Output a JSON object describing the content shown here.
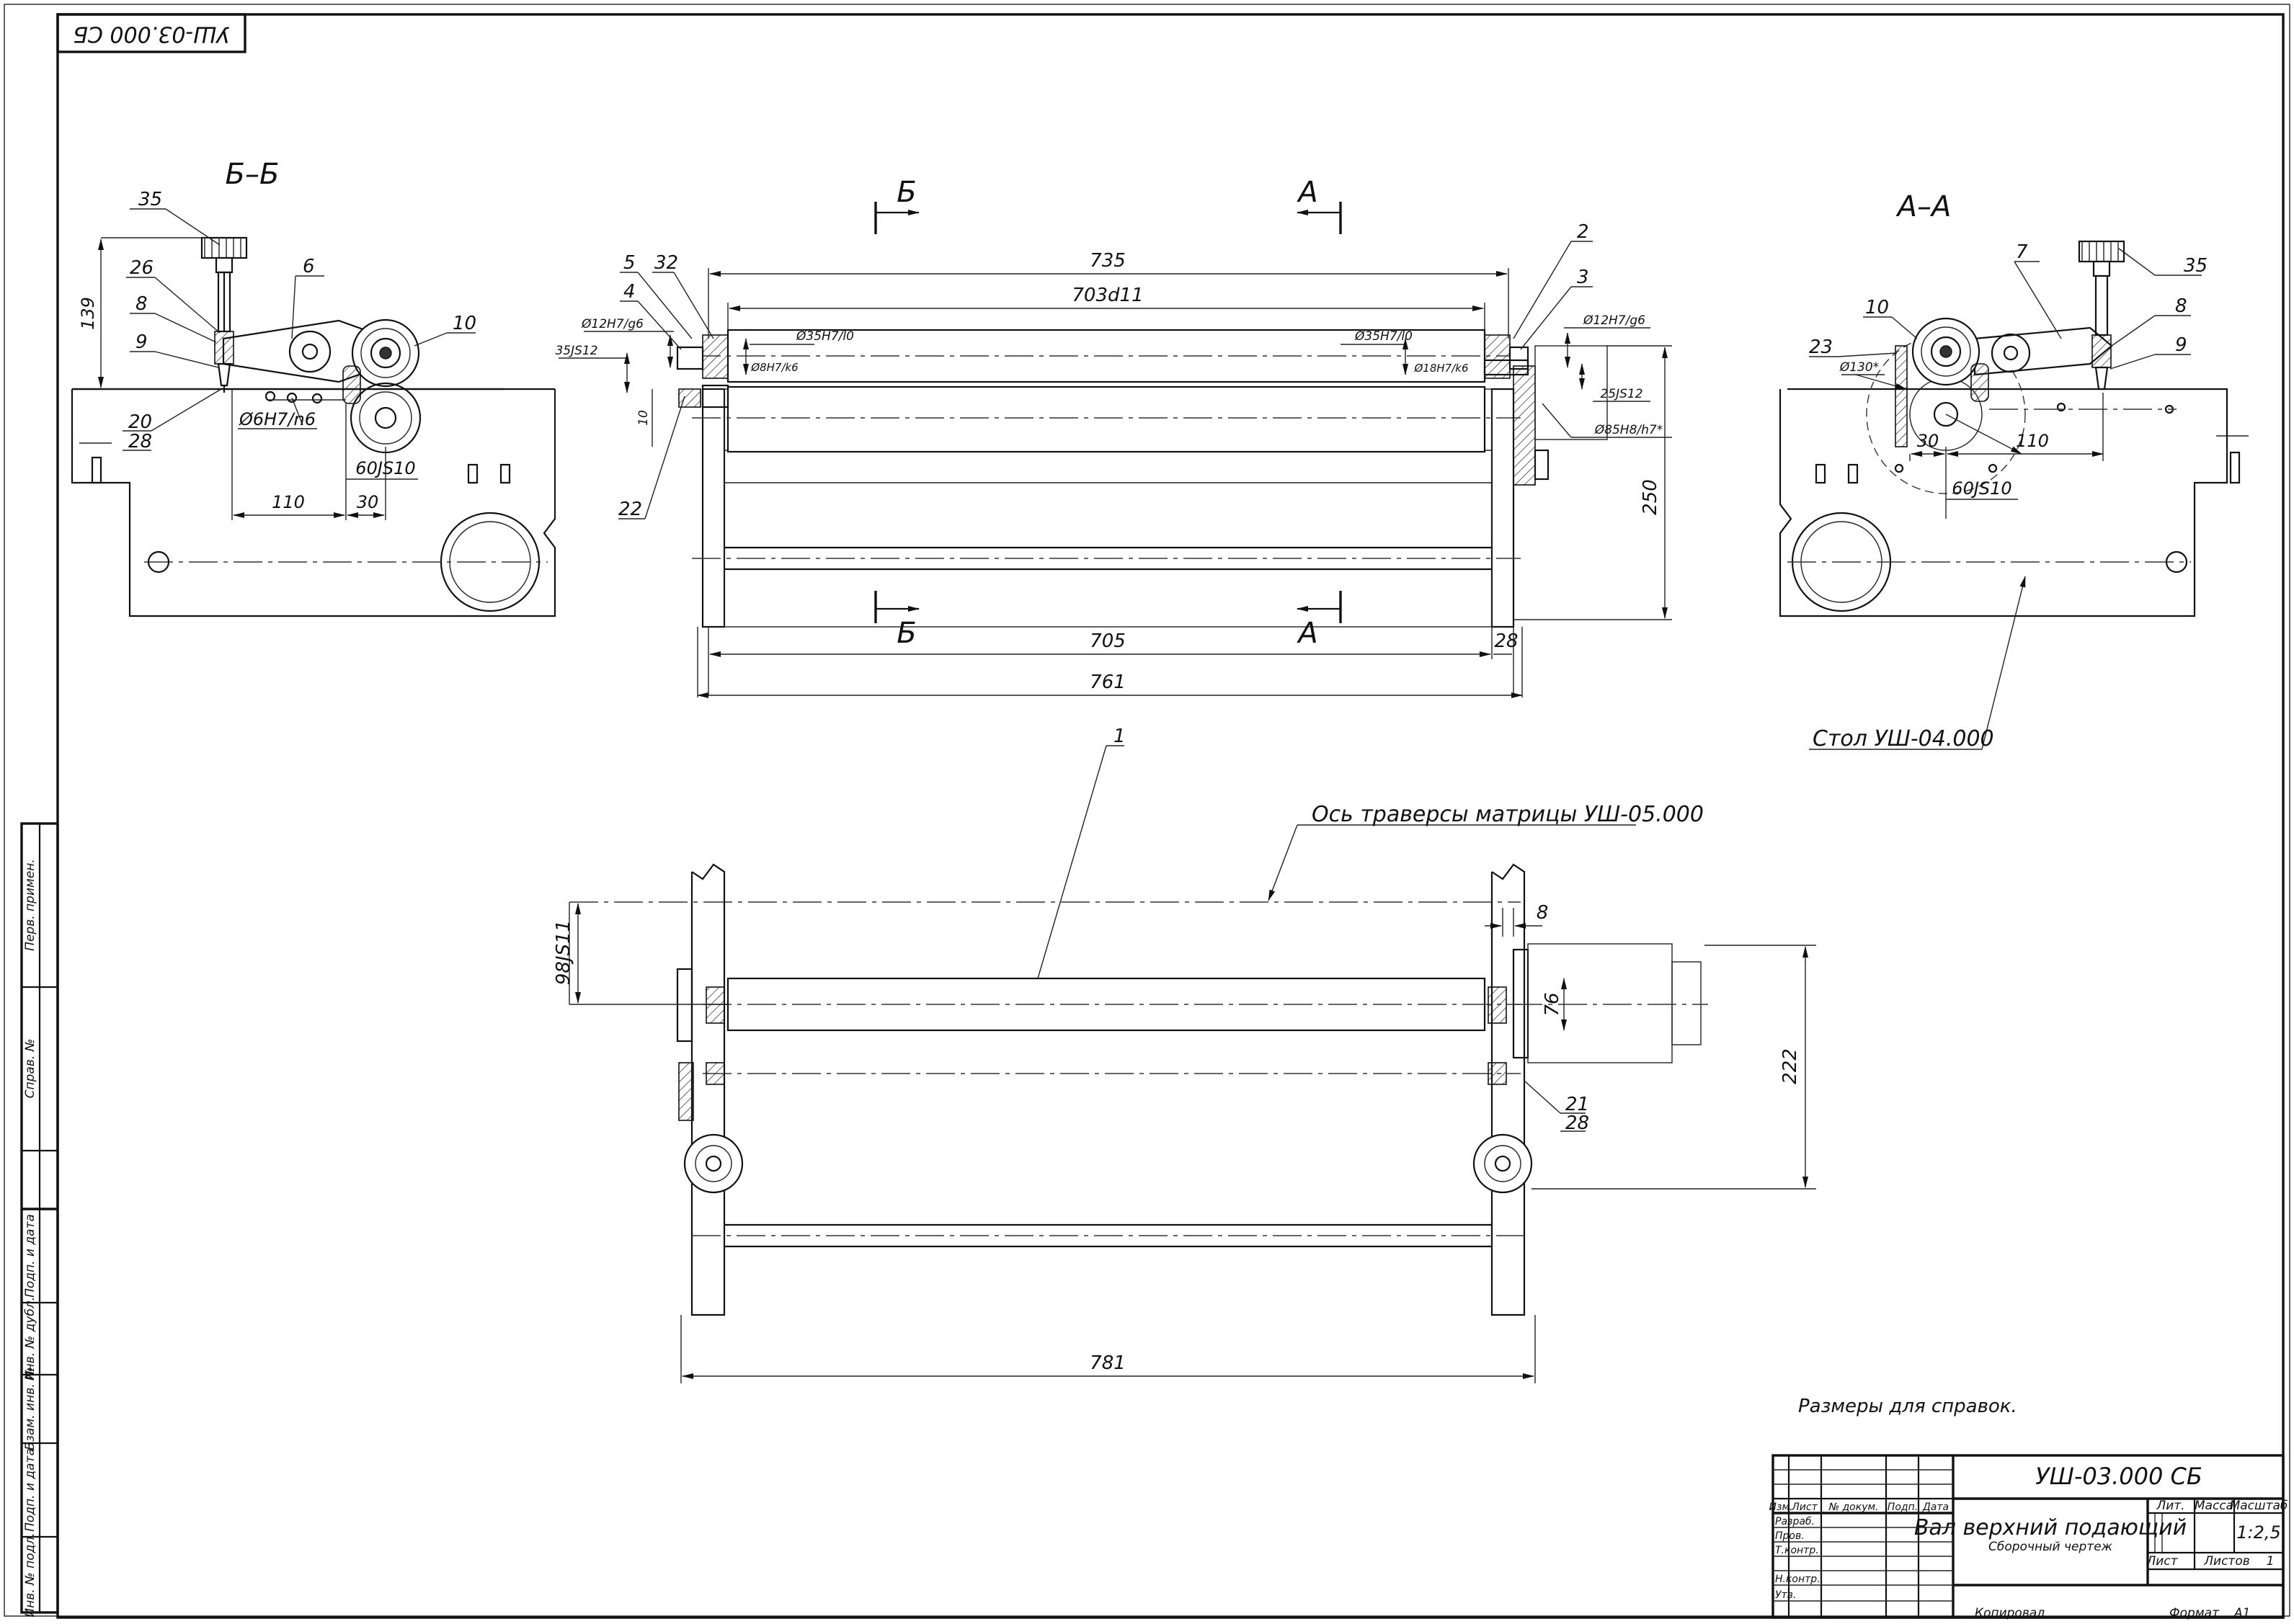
{
  "sheet": {
    "corner_stamp": "УШ-03.000 СБ",
    "notes": "Размеры для справок.",
    "format_label": "Формат",
    "format_value": "А1",
    "copied_label": "Копировал"
  },
  "views": {
    "section_bb": {
      "title": "Б–Б",
      "dims": [
        "139",
        "110",
        "30",
        "60JS10",
        "Ø6H7/n6"
      ],
      "balloons": [
        "35",
        "26",
        "8",
        "9",
        "20",
        "28",
        "6",
        "10"
      ]
    },
    "front": {
      "cut_labels": [
        "Б",
        "Б",
        "А",
        "А"
      ],
      "dims": [
        "735",
        "703d11",
        "705",
        "28",
        "761",
        "250",
        "10"
      ],
      "fits": [
        "Ø35H7/l0",
        "Ø35H7/l0",
        "Ø8H7/k6",
        "Ø18H7/k6",
        "Ø12H7/g6",
        "Ø12H7/g6",
        "35JS12",
        "25JS12",
        "Ø85H8/h7*"
      ],
      "balloons": [
        "5",
        "32",
        "4",
        "22",
        "2",
        "3"
      ]
    },
    "section_aa": {
      "title": "А–А",
      "dims": [
        "Ø130*",
        "30",
        "110",
        "60JS10"
      ],
      "balloons": [
        "35",
        "7",
        "10",
        "8",
        "9",
        "23"
      ],
      "table_label": "Стол УШ-04.000"
    },
    "top": {
      "axis_label": "Ось траверсы матрицы УШ-05.000",
      "dims": [
        "98JS11",
        "8",
        "76",
        "222",
        "781"
      ],
      "balloons": [
        "1",
        "21",
        "28"
      ]
    }
  },
  "title_block": {
    "designation": "УШ-03.000 СБ",
    "name": "Вал верхний подающий",
    "doc_type": "Сборочный чертеж",
    "header_cols": [
      "Изм.",
      "Лист",
      "№ докум.",
      "Подп.",
      "Дата"
    ],
    "roles": [
      "Разраб.",
      "Пров.",
      "Т.контр.",
      "",
      "Н.контр.",
      "Утв."
    ],
    "lit_label": "Лит.",
    "mass_label": "Масса",
    "scale_label": "Масштаб",
    "scale_value": "1:2,5",
    "sheet_label": "Лист",
    "sheets_label": "Листов",
    "sheets_value": "1"
  },
  "side_stamp": {
    "fields": [
      "Перв. примен.",
      "Справ. №",
      "Подп. и дата",
      "Инв. № дубл.",
      "Взам. инв. №",
      "Подп. и дата",
      "Инв. № подл."
    ]
  }
}
